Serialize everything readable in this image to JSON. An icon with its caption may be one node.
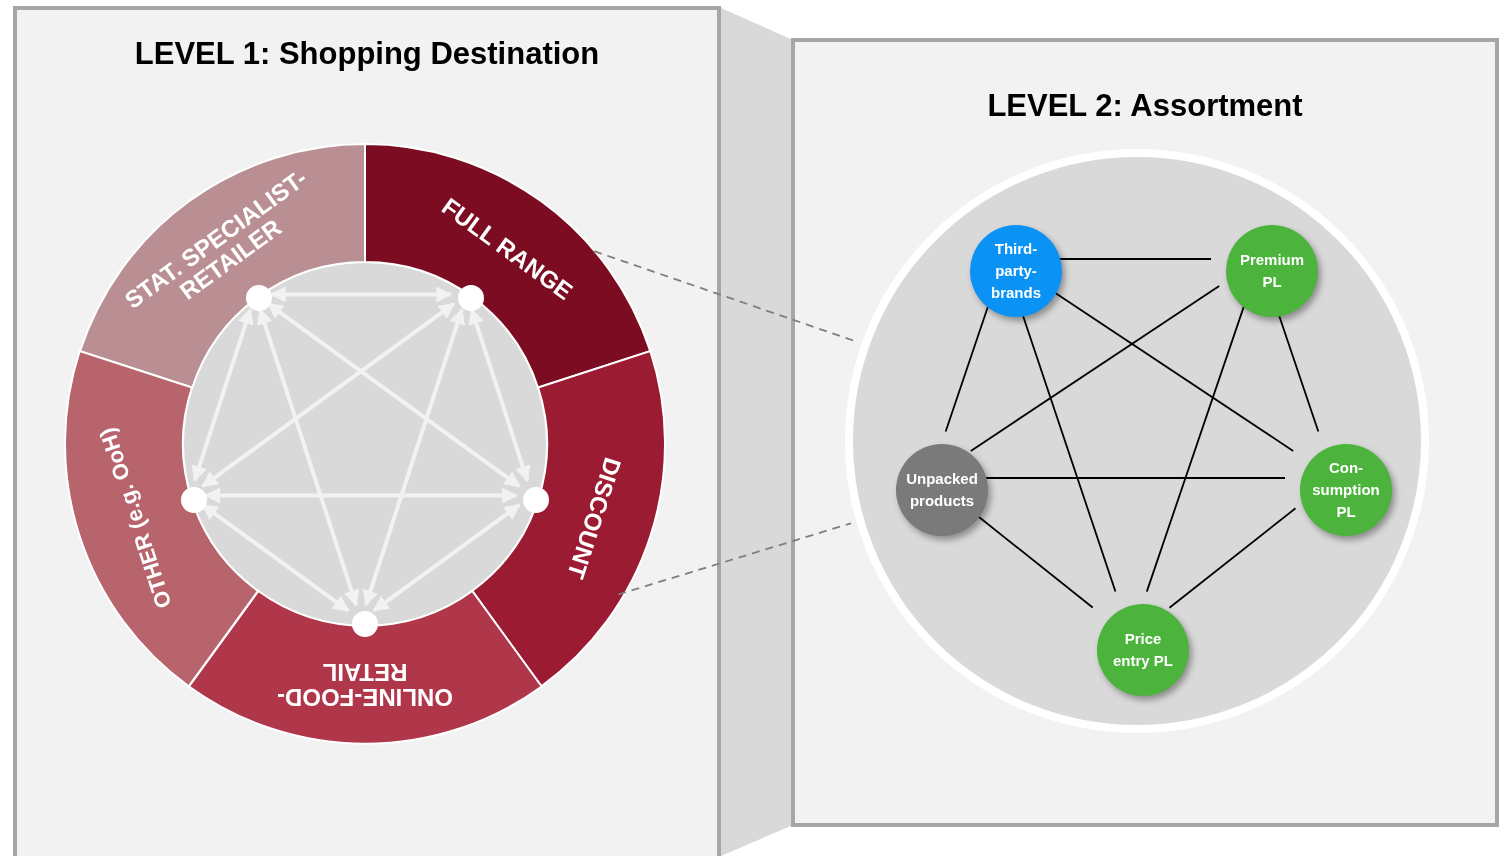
{
  "diagram": {
    "nodes": [
      {
        "text": [
          "LEVEL 1: Shopping Destination"
        ]
      },
      {
        "text": [
          "STAT. SPECIALIST-RETAILER"
        ],
        "in": 0
      },
      {
        "text": [
          "FULL RANGE"
        ],
        "in": 0
      },
      {
        "text": [
          "DISCOUNT"
        ],
        "in": 0
      },
      {
        "text": [
          "ONLINE-FOOD-RETAIL"
        ],
        "in": 0
      },
      {
        "text": [
          "OTHER (e.g. OoH)"
        ],
        "in": 0
      },
      {
        "text": [],
        "shape": "circle",
        "in": 0
      },
      {
        "text": [],
        "shape": "circle",
        "in": 0
      },
      {
        "text": [],
        "shape": "circle",
        "in": 0
      },
      {
        "text": [],
        "shape": "circle",
        "in": 0
      },
      {
        "text": [],
        "shape": "circle",
        "in": 0
      },
      {
        "text": [
          "LEVEL 2: Assortment"
        ]
      },
      {
        "text": [],
        "shape": "circle",
        "in": 11
      },
      {
        "text": [
          "Third-party-brands"
        ],
        "in": 12
      },
      {
        "text": [
          "Premium PL"
        ],
        "in": 12
      },
      {
        "text": [
          "Unpacked products"
        ],
        "in": 12
      },
      {
        "text": [
          "Con-sumption PL"
        ],
        "in": 12
      },
      {
        "text": [
          "Price entry PL"
        ],
        "in": 12
      }
    ],
    "edges": [
      {
        "from": 6,
        "to": 7,
        "arrow": "both",
        "color": "#f2f2f2"
      },
      {
        "from": 6,
        "to": 8,
        "arrow": "both",
        "color": "#f2f2f2"
      },
      {
        "from": 6,
        "to": 9,
        "arrow": "both",
        "color": "#f2f2f2"
      },
      {
        "from": 6,
        "to": 10,
        "arrow": "both",
        "color": "#f2f2f2"
      },
      {
        "from": 7,
        "to": 8,
        "arrow": "both",
        "color": "#f2f2f2"
      },
      {
        "from": 7,
        "to": 9,
        "arrow": "both",
        "color": "#f2f2f2"
      },
      {
        "from": 7,
        "to": 10,
        "arrow": "both",
        "color": "#f2f2f2"
      },
      {
        "from": 8,
        "to": 9,
        "arrow": "both",
        "color": "#f2f2f2"
      },
      {
        "from": 8,
        "to": 10,
        "arrow": "both",
        "color": "#f2f2f2"
      },
      {
        "from": 9,
        "to": 10,
        "arrow": "both",
        "color": "#f2f2f2"
      },
      {
        "from": 2,
        "to": 12,
        "arrow": "none",
        "style": "dashed",
        "color": "#7f7f7f"
      },
      {
        "from": 3,
        "to": 12,
        "arrow": "none",
        "style": "dashed",
        "color": "#7f7f7f"
      },
      {
        "from": 13,
        "to": 14,
        "arrow": "none",
        "color": "#000000"
      },
      {
        "from": 13,
        "to": 15,
        "arrow": "none",
        "color": "#000000"
      },
      {
        "from": 13,
        "to": 16,
        "arrow": "none",
        "color": "#000000"
      },
      {
        "from": 13,
        "to": 17,
        "arrow": "none",
        "color": "#000000"
      },
      {
        "from": 14,
        "to": 15,
        "arrow": "none",
        "color": "#000000"
      },
      {
        "from": 14,
        "to": 16,
        "arrow": "none",
        "color": "#000000"
      },
      {
        "from": 14,
        "to": 17,
        "arrow": "none",
        "color": "#000000"
      },
      {
        "from": 15,
        "to": 16,
        "arrow": "none",
        "color": "#000000"
      },
      {
        "from": 15,
        "to": 17,
        "arrow": "none",
        "color": "#000000"
      },
      {
        "from": 16,
        "to": 17,
        "arrow": "none",
        "color": "#000000"
      }
    ]
  }
}
